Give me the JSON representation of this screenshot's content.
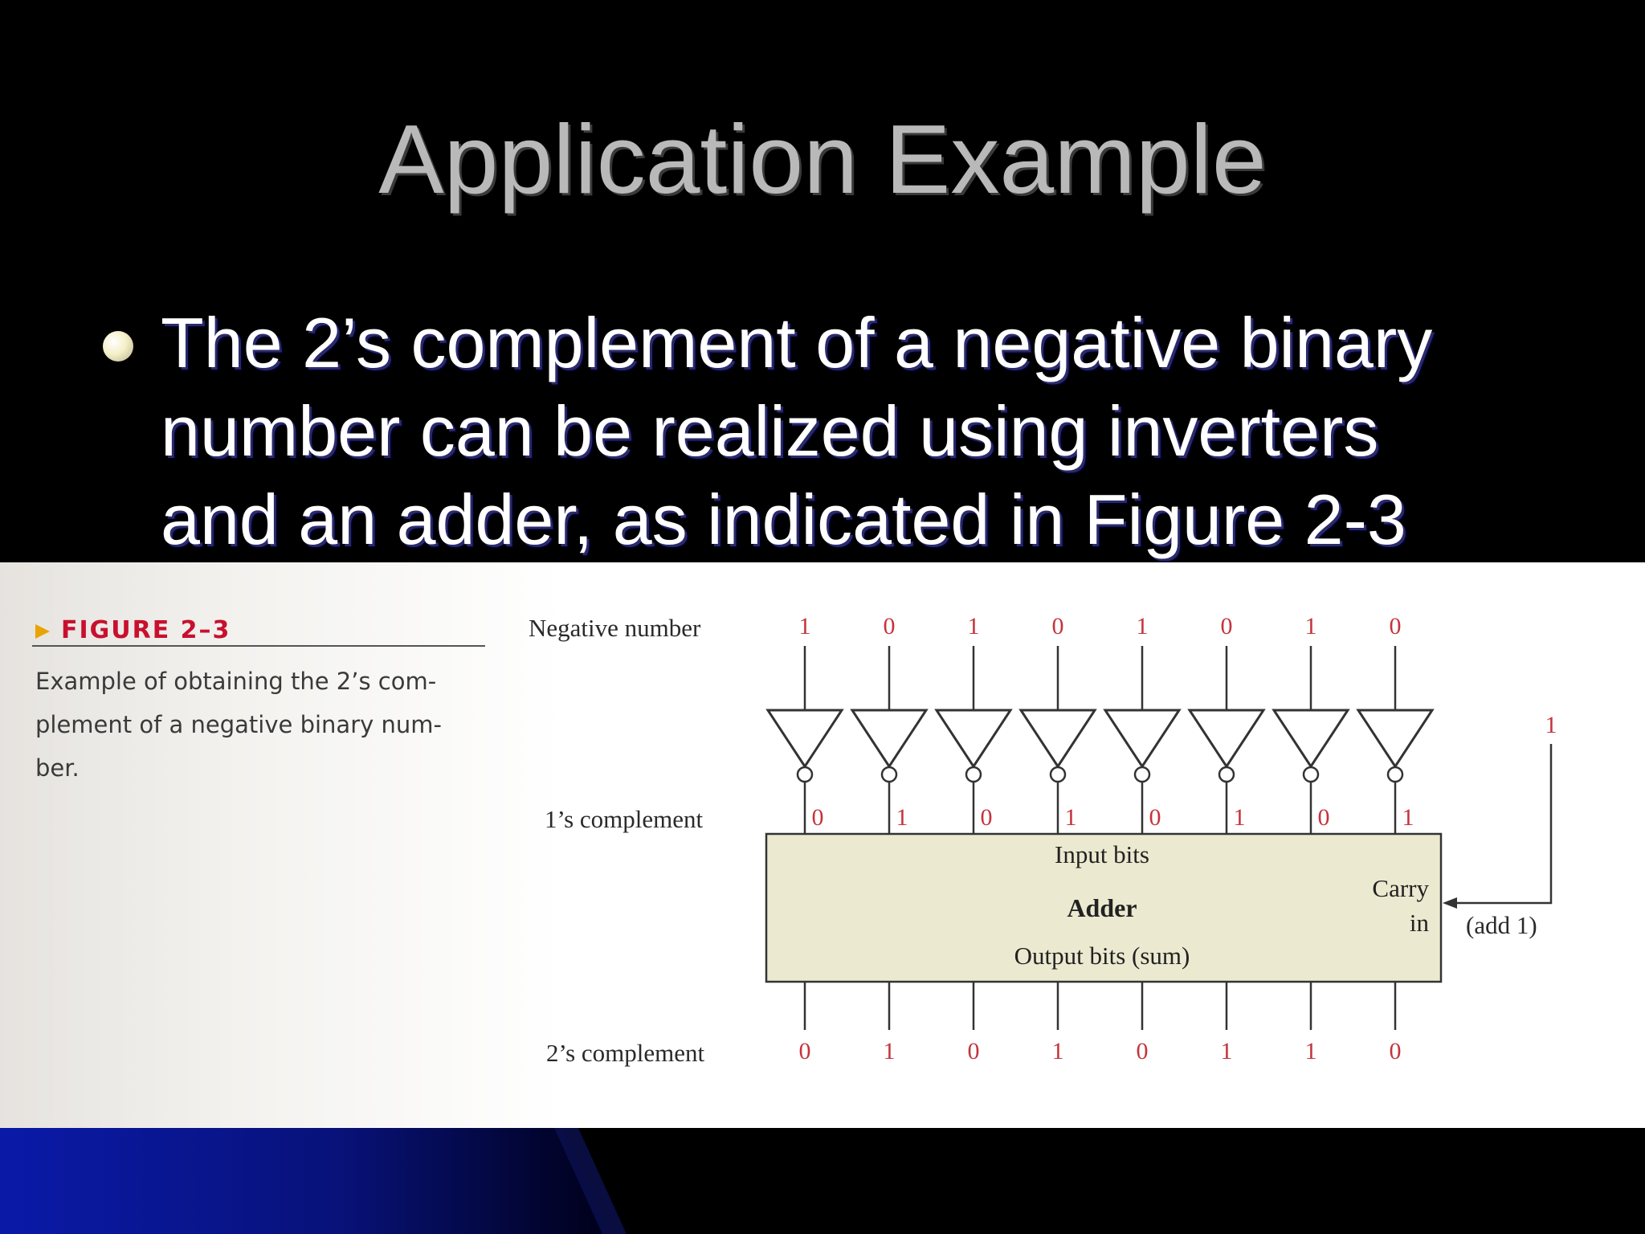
{
  "slide": {
    "title": "Application Example",
    "bullet_lines": [
      "The 2’s complement of a negative binary",
      "number can be realized using inverters",
      "and an adder, as indicated in Figure 2-3"
    ]
  },
  "figure": {
    "label": "FIGURE 2–3",
    "caption_lines": [
      "Example of obtaining the 2’s com-",
      "plement of a negative binary num-",
      "ber."
    ],
    "row_labels": {
      "negative": "Negative number",
      "ones": "1’s complement",
      "twos": "2’s complement"
    },
    "negative_bits": [
      "1",
      "0",
      "1",
      "0",
      "1",
      "0",
      "1",
      "0"
    ],
    "ones_complement_bits": [
      "0",
      "1",
      "0",
      "1",
      "0",
      "1",
      "0",
      "1"
    ],
    "twos_complement_bits": [
      "0",
      "1",
      "0",
      "1",
      "0",
      "1",
      "1",
      "0"
    ],
    "carry_bit": "1",
    "adder": {
      "input_label": "Input bits",
      "name": "Adder",
      "output_label": "Output bits (sum)",
      "carry_line1": "Carry",
      "carry_line2": "in",
      "add_note": "(add 1)"
    }
  },
  "colors": {
    "slide_background": "#000000",
    "title_text": "#b9b9b9",
    "bullet_text": "#ffffff",
    "bit_red": "#c4343c",
    "figure_label_orange": "#e8a400",
    "figure_label_red": "#c8102e",
    "adder_fill": "#ebe9cf",
    "footer_blue": "#0a1aa8"
  }
}
